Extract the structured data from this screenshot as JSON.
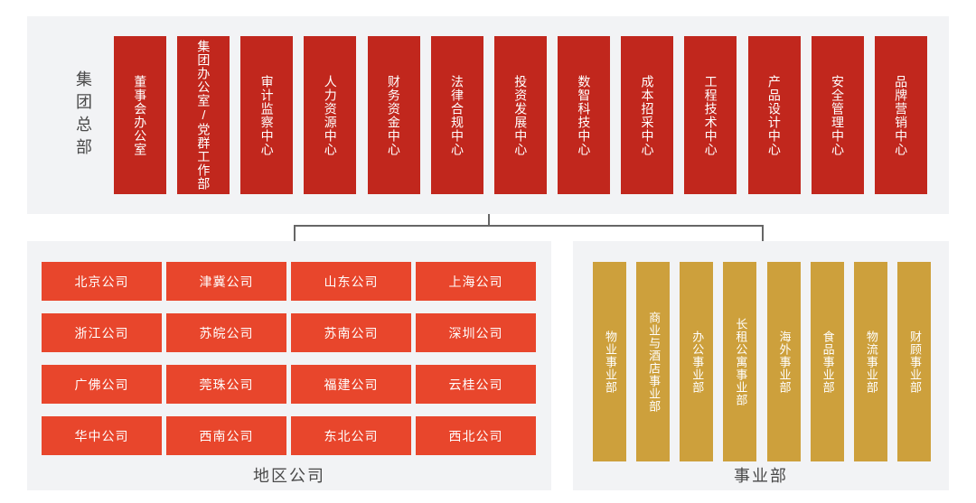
{
  "headquarters": {
    "label": "集团总部",
    "departments": [
      "董事会办公室",
      "集团办公室/党群工作部",
      "审计监察中心",
      "人力资源中心",
      "财务资金中心",
      "法律合规中心",
      "投资发展中心",
      "数智科技中心",
      "成本招采中心",
      "工程技术中心",
      "产品设计中心",
      "安全管理中心",
      "品牌营销中心"
    ]
  },
  "regional": {
    "caption": "地区公司",
    "companies": [
      "北京公司",
      "津冀公司",
      "山东公司",
      "上海公司",
      "浙江公司",
      "苏皖公司",
      "苏南公司",
      "深圳公司",
      "广佛公司",
      "莞珠公司",
      "福建公司",
      "云桂公司",
      "华中公司",
      "西南公司",
      "东北公司",
      "西北公司"
    ]
  },
  "divisions": {
    "caption": "事业部",
    "units": [
      "物业事业部",
      "商业与酒店事业部",
      "办公事业部",
      "长租公寓事业部",
      "海外事业部",
      "食品事业部",
      "物流事业部",
      "财顾事业部"
    ]
  },
  "colors": {
    "headquarters_box": "#c1271d",
    "regional_box": "#e8462c",
    "division_box": "#cda03c",
    "panel_background": "#f2f3f5",
    "connector_line": "#666666",
    "caption_text": "#4a4a4a"
  }
}
